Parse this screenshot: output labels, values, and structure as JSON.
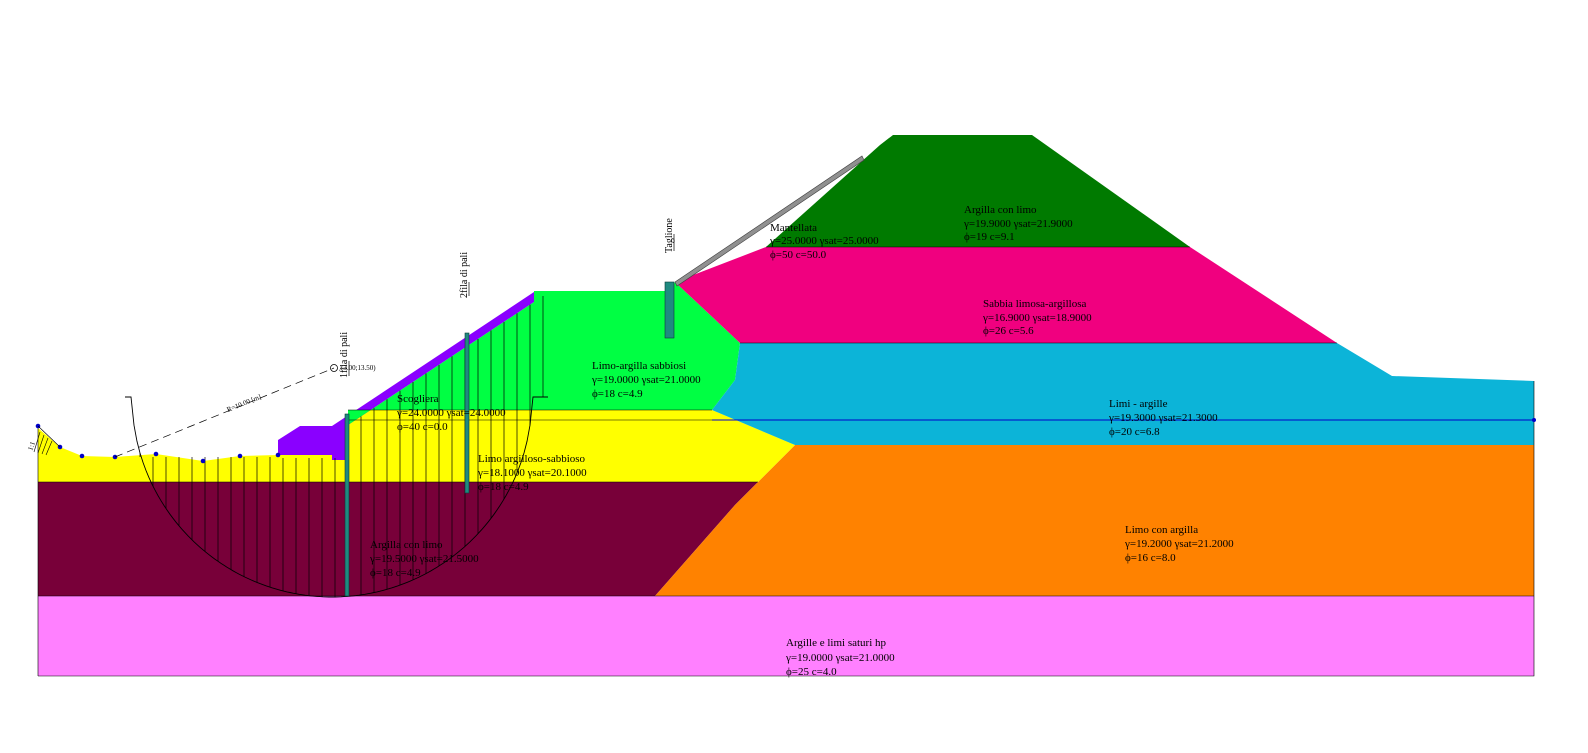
{
  "colors": {
    "argilla_sup": "#007A00",
    "sabbia": "#F0007F",
    "limi_argille": "#0CB4D8",
    "limo_con_argilla": "#FF8200",
    "argilla_inf": "#780039",
    "argille_hp": "#FF80FF",
    "limo_arg_sabbiosi": "#00FF43",
    "limo_arg_sabbioso": "#FFFF00",
    "scogliera": "#8A00FF",
    "pile": "#1F8A80",
    "water": "#0000C8"
  },
  "layers": {
    "argilla_sup": {
      "name": "Argilla con limo",
      "gamma": "γ=19.9000   γsat=21.9000",
      "phi": "ϕ=19  c=9.1"
    },
    "mantellata": {
      "name": "Mantellata",
      "gamma": "γ=25.0000   γsat=25.0000",
      "phi": "ϕ=50  c=50.0"
    },
    "sabbia": {
      "name": "Sabbia limosa-argillosa",
      "gamma": "γ=16.9000   γsat=18.9000",
      "phi": "ϕ=26  c=5.6"
    },
    "limo_arg_sabbiosi": {
      "name": "Limo-argilla sabbiosi",
      "gamma": "γ=19.0000   γsat=21.0000",
      "phi": "ϕ=18  c=4.9"
    },
    "limi_argille": {
      "name": "Limi - argille",
      "gamma": "γ=19.3000   γsat=21.3000",
      "phi": "ϕ=20  c=6.8"
    },
    "scogliera": {
      "name": "Scogliera",
      "gamma": "γ=24.0000   γsat=24.0000",
      "phi": "ϕ=40  c=0.0"
    },
    "limo_arg_sabbioso": {
      "name": "Limo argilloso-sabbioso",
      "gamma": "γ=18.1000   γsat=20.1000",
      "phi": "ϕ=18  c=4.9"
    },
    "limo_con_argilla": {
      "name": "Limo con argilla",
      "gamma": "γ=19.2000   γsat=21.2000",
      "phi": "ϕ=16  c=8.0"
    },
    "argilla_inf": {
      "name": "Argilla con limo",
      "gamma": "γ=19.5000   γsat=21.5000",
      "phi": "ϕ=18  c=4.9"
    },
    "argille_hp": {
      "name": "Argille e limi saturi hp",
      "gamma": "γ=19.0000   γsat=21.0000",
      "phi": "ϕ=25  c=4.0"
    }
  },
  "annotations": {
    "pile1": "1fila di pali",
    "pile2": "2fila di pali",
    "taglione": "Taglione",
    "radius": "R=10.00 [m]",
    "center": "(3.00;13.50)",
    "slope": "1:1"
  }
}
